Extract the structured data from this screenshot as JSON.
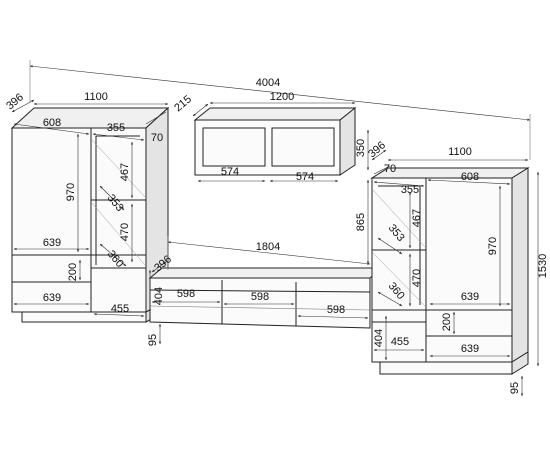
{
  "dimensions": {
    "total_width": "4004",
    "left_depth": "396",
    "left_width": "1100",
    "left_door_width": "608",
    "left_shelf_width": "355",
    "left_side_depth": "70",
    "left_height": "970",
    "left_shelf_h1": "467",
    "left_shelf_d": "353",
    "left_shelf_h2": "470",
    "left_shelf_d2": "360",
    "left_inner_w": "639",
    "left_drawer_h": "200",
    "left_drawer_w": "639",
    "left_base_h": "404",
    "left_base_w": "455",
    "left_foot_h": "95",
    "wall_depth": "215",
    "wall_width": "1200",
    "wall_height": "350",
    "wall_comp_1": "574",
    "wall_comp_2": "574",
    "tv_width": "1804",
    "tv_height": "865",
    "tv_depth": "396",
    "tv_drawer_1": "598",
    "tv_drawer_2": "598",
    "tv_drawer_3": "598",
    "right_depth": "396",
    "right_side_depth": "70",
    "right_width": "1100",
    "right_shelf_width": "355",
    "right_door_width": "608",
    "right_shelf_h1": "467",
    "right_shelf_d": "353",
    "right_height": "970",
    "right_total_h": "1530",
    "right_shelf_h2": "470",
    "right_shelf_d2": "360",
    "right_inner_w": "639",
    "right_base_h": "404",
    "right_drawer_h": "200",
    "right_base_w": "455",
    "right_drawer_w": "639",
    "right_foot_h": "95"
  }
}
